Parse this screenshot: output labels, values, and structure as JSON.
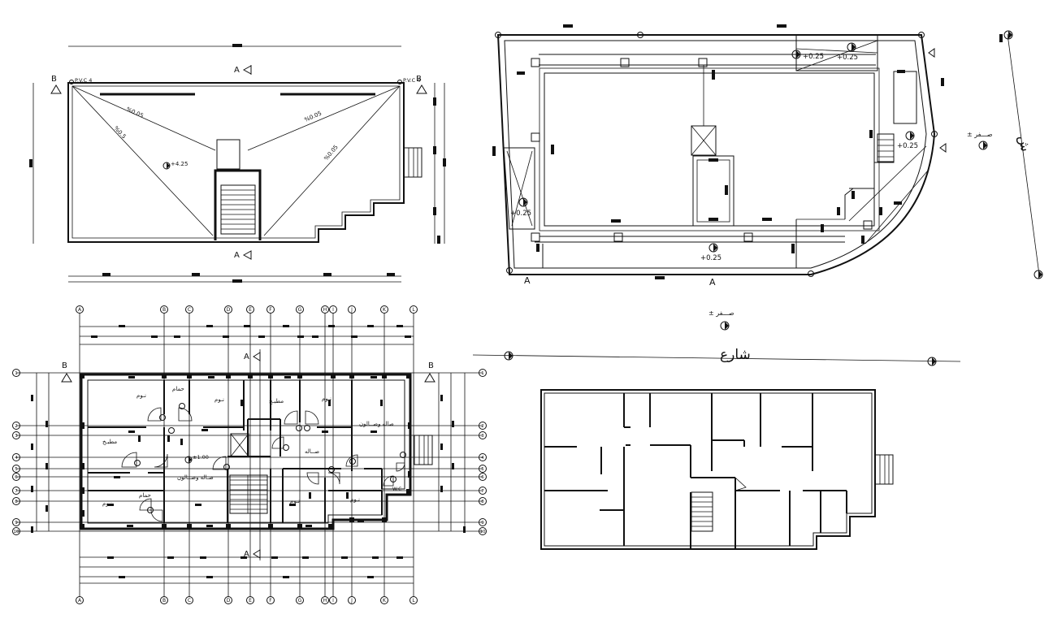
{
  "colors": {
    "ink": "#111111",
    "background": "#ffffff"
  },
  "roof_plan": {
    "section_A": "A",
    "section_B": "B",
    "drain_left": "P.V.C 4",
    "drain_right": "P.V.C 4",
    "slope_1": "%0.05",
    "slope_2": "%0.5",
    "slope_3": "%0.05",
    "slope_4": "%0.05",
    "level": "+4.25"
  },
  "site_plan": {
    "level_1": "+0.25",
    "level_2": "+0.25",
    "level_3": "+0.25",
    "level_4": "+0.25",
    "level_5": "+0.25",
    "section_A": "A",
    "zero_level": "± صـــفر",
    "north_label": "ش"
  },
  "street": {
    "label": "شارع",
    "zero_level": "± صـــفر"
  },
  "ground_floor": {
    "grid_columns": [
      "A",
      "B",
      "C",
      "D",
      "E",
      "F",
      "G",
      "H",
      "I",
      "J",
      "K",
      "L"
    ],
    "grid_rows": [
      "1",
      "2",
      "3",
      "4",
      "5",
      "6",
      "7",
      "8",
      "9",
      "10"
    ],
    "section_A": "A",
    "section_B": "B",
    "level": "±1.00",
    "rooms": {
      "bedroom_1": "نـوم",
      "bathroom_1": "حمام",
      "bedroom_2": "نـوم",
      "kitchen_1": "مطبـخ",
      "bedroom_3": "نـوم",
      "living_1": "صاله وصــالون",
      "kitchen_2": "مطبـخ",
      "hall_1": "صــاله",
      "living_2": "صـاله وصــالون",
      "bedroom_4": "نـوم",
      "bathroom_2": "حمام",
      "bedroom_5": "نـوم",
      "bedroom_6": "نـوم",
      "wc": "W.C"
    }
  }
}
